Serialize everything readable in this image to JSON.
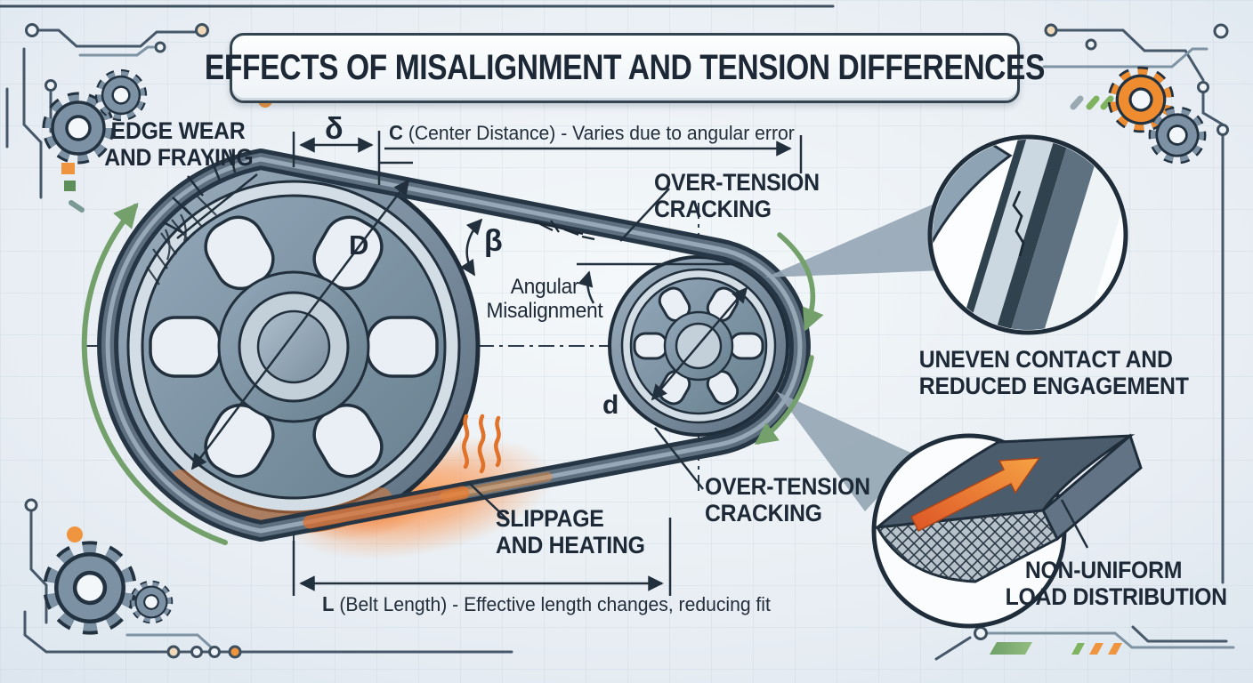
{
  "title": "EFFECTS OF MISALIGNMENT AND TENSION DIFFERENCES",
  "annotations": {
    "edge_wear": {
      "line1": "EDGE WEAR",
      "line2": "AND FRAYING"
    },
    "over_tension_top": {
      "line1": "OVER-TENSION",
      "line2": "CRACKING"
    },
    "angular_misalignment": {
      "line1": "Angular",
      "line2": "Misalignment"
    },
    "slippage": {
      "line1": "SLIPPAGE",
      "line2": "AND HEATING"
    },
    "over_tension_bottom": {
      "line1": "OVER-TENSION",
      "line2": "CRACKING"
    },
    "uneven_contact": {
      "line1": "UNEVEN CONTACT AND",
      "line2": "REDUCED ENGAGEMENT"
    },
    "non_uniform_load": {
      "line1": "NON-UNIFORM",
      "line2": "LOAD DISTRIBUTION"
    }
  },
  "dimensions": {
    "delta_symbol": "δ",
    "beta_symbol": "β",
    "large_diameter_symbol": "D",
    "small_diameter_symbol": "d",
    "center_distance_symbol": "C",
    "center_distance_label": "(Center Distance) - Varies due to angular error",
    "belt_length_symbol": "L",
    "belt_length_label": "(Belt Length) - Effective length changes, reducing fit"
  },
  "colors": {
    "background": "#e8eef3",
    "ink": "#1f2d3a",
    "steel": "#8ea3b5",
    "steel_dark": "#5f7486",
    "belt": "#2f3f4e",
    "accent_orange": "#ee8a33",
    "accent_green": "#74a06c",
    "heat": "#f07828"
  }
}
